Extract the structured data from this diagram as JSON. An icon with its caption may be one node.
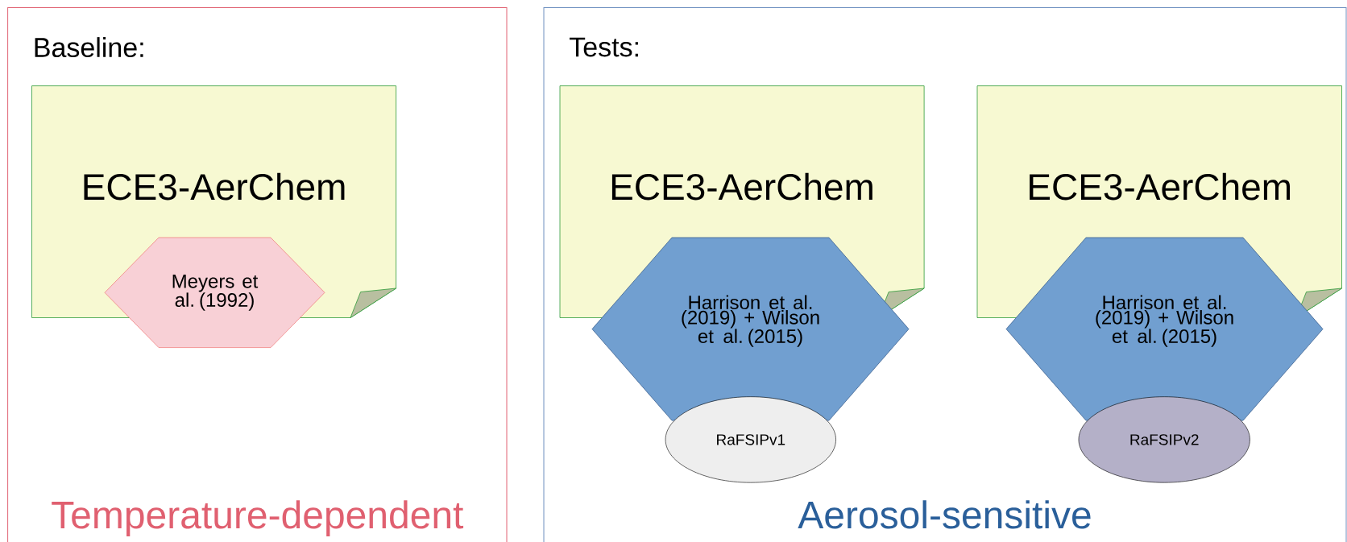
{
  "diagram": {
    "nodes": [
      {
        "text": [
          "Baseline:",
          "Temperature-dependent"
        ]
      },
      {
        "text": [
          "ECE3-AerChem"
        ],
        "in": 0
      },
      {
        "text": [
          "Meyers et al. (1992)"
        ],
        "in": 0
      },
      {
        "text": [
          "Tests:",
          "Aerosol-sensitive"
        ]
      },
      {
        "text": [
          "ECE3-AerChem"
        ],
        "in": 3
      },
      {
        "text": [
          "Harrison et al. (2019) + Wilson et al. (2015)"
        ],
        "in": 3
      },
      {
        "text": [
          "RaFSIPv1"
        ],
        "in": 3
      },
      {
        "text": [
          "ECE3-AerChem"
        ],
        "in": 3
      },
      {
        "text": [
          "Harrison et al. (2019) + Wilson et al. (2015)"
        ],
        "in": 3
      },
      {
        "text": [
          "RaFSIPv2"
        ],
        "in": 3
      }
    ]
  }
}
